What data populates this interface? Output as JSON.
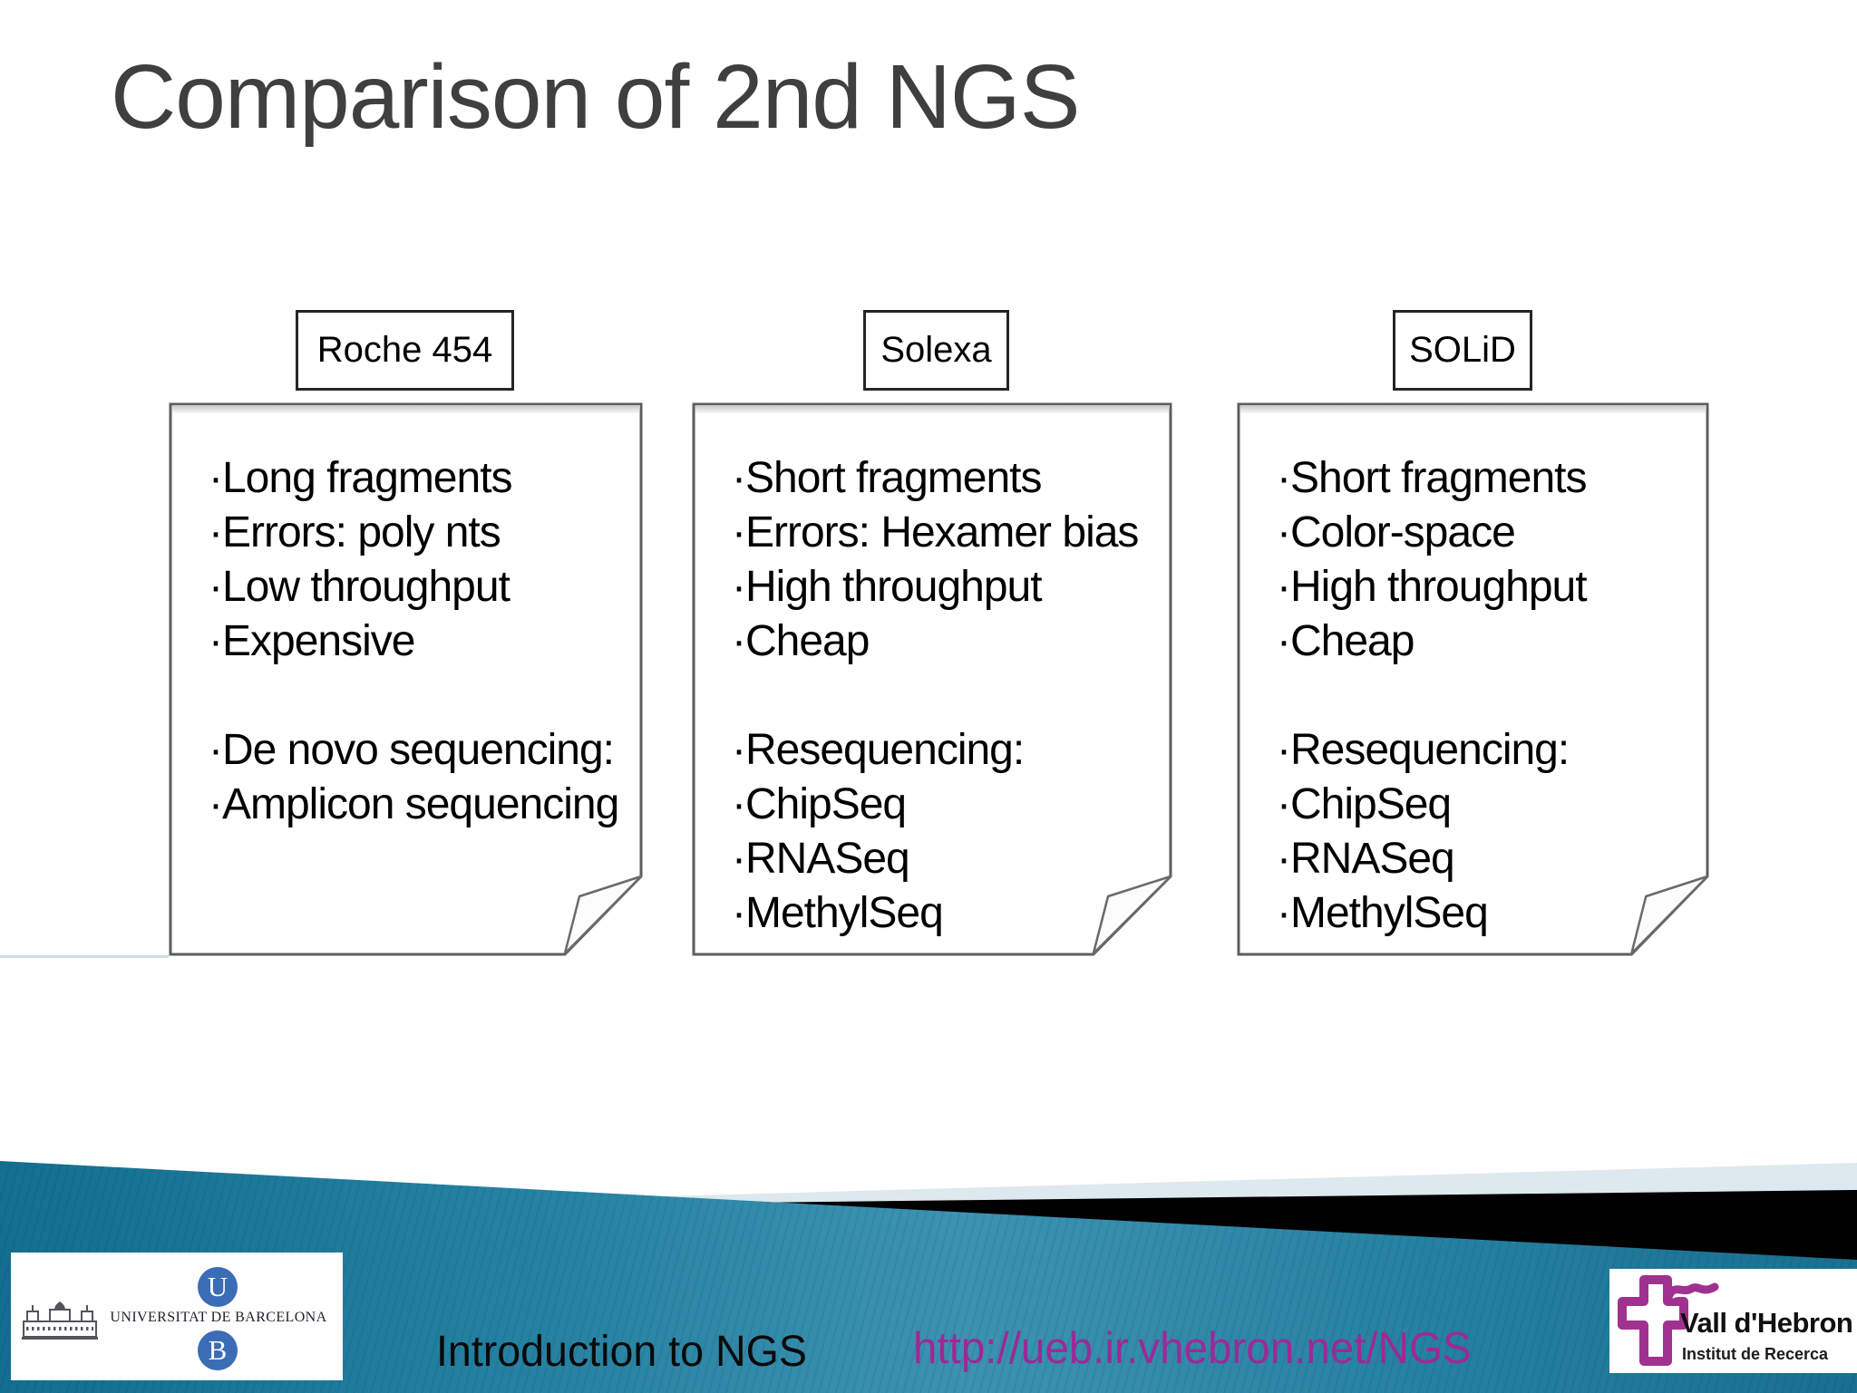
{
  "slide": {
    "title": "Comparison of 2nd NGS"
  },
  "columns": [
    {
      "label": "Roche 454",
      "items": [
        "·Long fragments",
        "·Errors: poly nts",
        "·Low throughput",
        "·Expensive",
        "",
        "·De novo sequencing:",
        "·Amplicon sequencing"
      ]
    },
    {
      "label": "Solexa",
      "items": [
        "·Short fragments",
        "·Errors:  Hexamer bias",
        "·High throughput",
        "·Cheap",
        "",
        "·Resequencing:",
        "·ChipSeq",
        "·RNASeq",
        "·MethylSeq"
      ]
    },
    {
      "label": "SOLiD",
      "items": [
        "·Short fragments",
        "·Color-space",
        "·High throughput",
        "·Cheap",
        "",
        "·Resequencing:",
        "·ChipSeq",
        "·RNASeq",
        "·MethylSeq"
      ]
    }
  ],
  "footer": {
    "course_title": "Introduction to NGS",
    "url": "http://ueb.ir.vhebron.net/NGS"
  },
  "logos": {
    "ub": {
      "initial_u": "U",
      "initial_b": "B",
      "name": "UNIVERSITAT DE BARCELONA"
    },
    "vh": {
      "name": "Vall d'Hebron",
      "subtitle": "Institut de Recerca"
    }
  },
  "colors": {
    "title_gray": "#3f3f3f",
    "teal_band": "#2e94b5",
    "pale_band": "#dde8ef",
    "black_band": "#000000",
    "url_purple": "#9b2a96",
    "ub_blue": "#3a6db5",
    "vh_purple": "#a1318f"
  }
}
